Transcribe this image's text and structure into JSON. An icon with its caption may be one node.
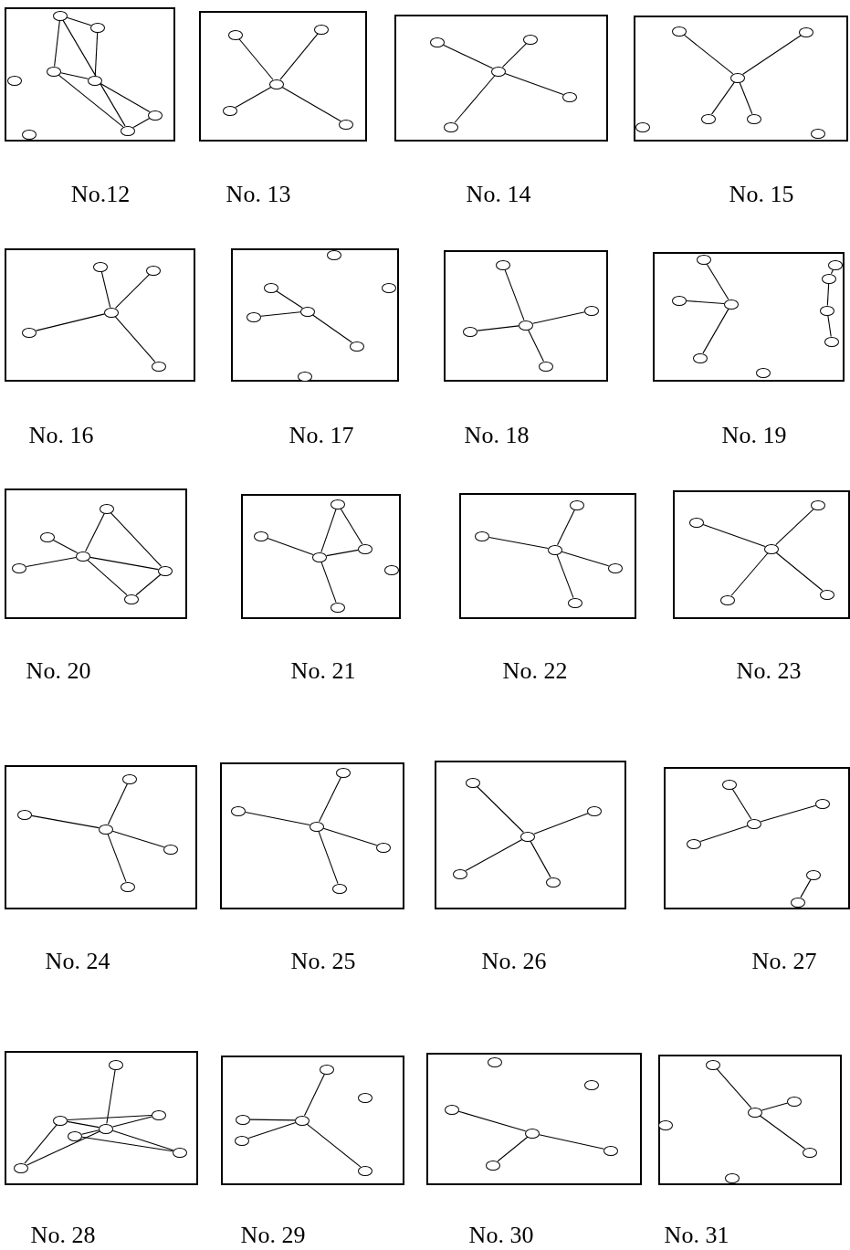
{
  "diagram": {
    "nodes": [
      {
        "text": [],
        "shape": "box",
        "beside": [
          "No.12"
        ]
      },
      {
        "text": [],
        "shape": "circle",
        "in": 0
      },
      {
        "text": [],
        "shape": "circle",
        "in": 0
      },
      {
        "text": [],
        "shape": "circle",
        "in": 0
      },
      {
        "text": [],
        "shape": "circle",
        "in": 0
      },
      {
        "text": [],
        "shape": "circle",
        "in": 0
      },
      {
        "text": [],
        "shape": "circle",
        "in": 0
      },
      {
        "text": [],
        "shape": "circle",
        "in": 0
      },
      {
        "text": [],
        "shape": "circle",
        "in": 0
      },
      {
        "text": [],
        "shape": "box",
        "beside": [
          "No. 13"
        ]
      },
      {
        "text": [],
        "shape": "circle",
        "in": 9
      },
      {
        "text": [],
        "shape": "circle",
        "in": 9
      },
      {
        "text": [],
        "shape": "circle",
        "in": 9
      },
      {
        "text": [],
        "shape": "circle",
        "in": 9
      },
      {
        "text": [],
        "shape": "circle",
        "in": 9
      },
      {
        "text": [],
        "shape": "box",
        "beside": [
          "No. 14"
        ]
      },
      {
        "text": [],
        "shape": "circle",
        "in": 15
      },
      {
        "text": [],
        "shape": "circle",
        "in": 15
      },
      {
        "text": [],
        "shape": "circle",
        "in": 15
      },
      {
        "text": [],
        "shape": "circle",
        "in": 15
      },
      {
        "text": [],
        "shape": "circle",
        "in": 15
      },
      {
        "text": [],
        "shape": "box",
        "beside": [
          "No. 15"
        ]
      },
      {
        "text": [],
        "shape": "circle",
        "in": 21
      },
      {
        "text": [],
        "shape": "circle",
        "in": 21
      },
      {
        "text": [],
        "shape": "circle",
        "in": 21
      },
      {
        "text": [],
        "shape": "circle",
        "in": 21
      },
      {
        "text": [],
        "shape": "circle",
        "in": 21
      },
      {
        "text": [],
        "shape": "circle",
        "in": 21
      },
      {
        "text": [],
        "shape": "circle",
        "in": 21
      },
      {
        "text": [],
        "shape": "box",
        "beside": [
          "No. 16"
        ]
      },
      {
        "text": [],
        "shape": "circle",
        "in": 29
      },
      {
        "text": [],
        "shape": "circle",
        "in": 29
      },
      {
        "text": [],
        "shape": "circle",
        "in": 29
      },
      {
        "text": [],
        "shape": "circle",
        "in": 29
      },
      {
        "text": [],
        "shape": "circle",
        "in": 29
      },
      {
        "text": [],
        "shape": "box",
        "beside": [
          "No. 17"
        ]
      },
      {
        "text": [],
        "shape": "circle",
        "in": 35
      },
      {
        "text": [],
        "shape": "circle",
        "in": 35
      },
      {
        "text": [],
        "shape": "circle",
        "in": 35
      },
      {
        "text": [],
        "shape": "circle",
        "in": 35
      },
      {
        "text": [],
        "shape": "circle",
        "in": 35
      },
      {
        "text": [],
        "shape": "circle",
        "in": 35
      },
      {
        "text": [],
        "shape": "circle",
        "in": 35
      },
      {
        "text": [],
        "shape": "box",
        "beside": [
          "No. 18"
        ]
      },
      {
        "text": [],
        "shape": "circle",
        "in": 43
      },
      {
        "text": [],
        "shape": "circle",
        "in": 43
      },
      {
        "text": [],
        "shape": "circle",
        "in": 43
      },
      {
        "text": [],
        "shape": "circle",
        "in": 43
      },
      {
        "text": [],
        "shape": "circle",
        "in": 43
      },
      {
        "text": [],
        "shape": "box",
        "beside": [
          "No. 19"
        ]
      },
      {
        "text": [],
        "shape": "circle",
        "in": 49
      },
      {
        "text": [],
        "shape": "circle",
        "in": 49
      },
      {
        "text": [],
        "shape": "circle",
        "in": 49
      },
      {
        "text": [],
        "shape": "circle",
        "in": 49
      },
      {
        "text": [],
        "shape": "circle",
        "in": 49
      },
      {
        "text": [],
        "shape": "circle",
        "in": 49
      },
      {
        "text": [],
        "shape": "circle",
        "in": 49
      },
      {
        "text": [],
        "shape": "circle",
        "in": 49
      },
      {
        "text": [],
        "shape": "circle",
        "in": 49
      },
      {
        "text": [],
        "shape": "box",
        "beside": [
          "No. 20"
        ]
      },
      {
        "text": [],
        "shape": "circle",
        "in": 59
      },
      {
        "text": [],
        "shape": "circle",
        "in": 59
      },
      {
        "text": [],
        "shape": "circle",
        "in": 59
      },
      {
        "text": [],
        "shape": "circle",
        "in": 59
      },
      {
        "text": [],
        "shape": "circle",
        "in": 59
      },
      {
        "text": [],
        "shape": "circle",
        "in": 59
      },
      {
        "text": [],
        "shape": "box",
        "beside": [
          "No. 21"
        ]
      },
      {
        "text": [],
        "shape": "circle",
        "in": 66
      },
      {
        "text": [],
        "shape": "circle",
        "in": 66
      },
      {
        "text": [],
        "shape": "circle",
        "in": 66
      },
      {
        "text": [],
        "shape": "circle",
        "in": 66
      },
      {
        "text": [],
        "shape": "circle",
        "in": 66
      },
      {
        "text": [],
        "shape": "circle",
        "in": 66
      },
      {
        "text": [],
        "shape": "box",
        "beside": [
          "No. 22"
        ]
      },
      {
        "text": [],
        "shape": "circle",
        "in": 73
      },
      {
        "text": [],
        "shape": "circle",
        "in": 73
      },
      {
        "text": [],
        "shape": "circle",
        "in": 73
      },
      {
        "text": [],
        "shape": "circle",
        "in": 73
      },
      {
        "text": [],
        "shape": "circle",
        "in": 73
      },
      {
        "text": [],
        "shape": "box",
        "beside": [
          "No. 23"
        ]
      },
      {
        "text": [],
        "shape": "circle",
        "in": 79
      },
      {
        "text": [],
        "shape": "circle",
        "in": 79
      },
      {
        "text": [],
        "shape": "circle",
        "in": 79
      },
      {
        "text": [],
        "shape": "circle",
        "in": 79
      },
      {
        "text": [],
        "shape": "circle",
        "in": 79
      },
      {
        "text": [],
        "shape": "box",
        "beside": [
          "No. 24"
        ]
      },
      {
        "text": [],
        "shape": "circle",
        "in": 85
      },
      {
        "text": [],
        "shape": "circle",
        "in": 85
      },
      {
        "text": [],
        "shape": "circle",
        "in": 85
      },
      {
        "text": [],
        "shape": "circle",
        "in": 85
      },
      {
        "text": [],
        "shape": "circle",
        "in": 85
      },
      {
        "text": [],
        "shape": "box",
        "beside": [
          "No. 25"
        ]
      },
      {
        "text": [],
        "shape": "circle",
        "in": 91
      },
      {
        "text": [],
        "shape": "circle",
        "in": 91
      },
      {
        "text": [],
        "shape": "circle",
        "in": 91
      },
      {
        "text": [],
        "shape": "circle",
        "in": 91
      },
      {
        "text": [],
        "shape": "circle",
        "in": 91
      },
      {
        "text": [],
        "shape": "box",
        "beside": [
          "No. 26"
        ]
      },
      {
        "text": [],
        "shape": "circle",
        "in": 97
      },
      {
        "text": [],
        "shape": "circle",
        "in": 97
      },
      {
        "text": [],
        "shape": "circle",
        "in": 97
      },
      {
        "text": [],
        "shape": "circle",
        "in": 97
      },
      {
        "text": [],
        "shape": "circle",
        "in": 97
      },
      {
        "text": [],
        "shape": "box",
        "beside": [
          "No. 27"
        ]
      },
      {
        "text": [],
        "shape": "circle",
        "in": 103
      },
      {
        "text": [],
        "shape": "circle",
        "in": 103
      },
      {
        "text": [],
        "shape": "circle",
        "in": 103
      },
      {
        "text": [],
        "shape": "circle",
        "in": 103
      },
      {
        "text": [],
        "shape": "circle",
        "in": 103
      },
      {
        "text": [],
        "shape": "circle",
        "in": 103
      },
      {
        "text": [],
        "shape": "box",
        "beside": [
          "No. 28"
        ]
      },
      {
        "text": [],
        "shape": "circle",
        "in": 110
      },
      {
        "text": [],
        "shape": "circle",
        "in": 110
      },
      {
        "text": [],
        "shape": "circle",
        "in": 110
      },
      {
        "text": [],
        "shape": "circle",
        "in": 110
      },
      {
        "text": [],
        "shape": "circle",
        "in": 110
      },
      {
        "text": [],
        "shape": "circle",
        "in": 110
      },
      {
        "text": [],
        "shape": "circle",
        "in": 110
      },
      {
        "text": [],
        "shape": "box",
        "beside": [
          "No. 29"
        ]
      },
      {
        "text": [],
        "shape": "circle",
        "in": 118
      },
      {
        "text": [],
        "shape": "circle",
        "in": 118
      },
      {
        "text": [],
        "shape": "circle",
        "in": 118
      },
      {
        "text": [],
        "shape": "circle",
        "in": 118
      },
      {
        "text": [],
        "shape": "circle",
        "in": 118
      },
      {
        "text": [],
        "shape": "circle",
        "in": 118
      },
      {
        "text": [],
        "shape": "box",
        "beside": [
          "No. 30"
        ]
      },
      {
        "text": [],
        "shape": "circle",
        "in": 125
      },
      {
        "text": [],
        "shape": "circle",
        "in": 125
      },
      {
        "text": [],
        "shape": "circle",
        "in": 125
      },
      {
        "text": [],
        "shape": "circle",
        "in": 125
      },
      {
        "text": [],
        "shape": "circle",
        "in": 125
      },
      {
        "text": [],
        "shape": "circle",
        "in": 125
      },
      {
        "text": [],
        "shape": "box",
        "beside": [
          "No. 31"
        ]
      },
      {
        "text": [],
        "shape": "circle",
        "in": 132
      },
      {
        "text": [],
        "shape": "circle",
        "in": 132
      },
      {
        "text": [],
        "shape": "circle",
        "in": 132
      },
      {
        "text": [],
        "shape": "circle",
        "in": 132
      },
      {
        "text": [],
        "shape": "circle",
        "in": 132
      },
      {
        "text": [],
        "shape": "circle",
        "in": 132
      }
    ],
    "edges": [
      {
        "from": 1,
        "to": 2,
        "arrow": "none"
      },
      {
        "from": 1,
        "to": 3,
        "arrow": "none"
      },
      {
        "from": 1,
        "to": 6,
        "arrow": "none"
      },
      {
        "from": 2,
        "to": 4,
        "arrow": "none"
      },
      {
        "from": 3,
        "to": 4,
        "arrow": "none"
      },
      {
        "from": 3,
        "to": 6,
        "arrow": "none"
      },
      {
        "from": 4,
        "to": 5,
        "arrow": "none"
      },
      {
        "from": 5,
        "to": 6,
        "arrow": "none"
      },
      {
        "from": 10,
        "to": 11,
        "arrow": "none"
      },
      {
        "from": 10,
        "to": 12,
        "arrow": "none"
      },
      {
        "from": 10,
        "to": 13,
        "arrow": "none"
      },
      {
        "from": 10,
        "to": 14,
        "arrow": "none"
      },
      {
        "from": 16,
        "to": 17,
        "arrow": "none"
      },
      {
        "from": 16,
        "to": 18,
        "arrow": "none"
      },
      {
        "from": 16,
        "to": 19,
        "arrow": "none"
      },
      {
        "from": 16,
        "to": 20,
        "arrow": "none"
      },
      {
        "from": 22,
        "to": 23,
        "arrow": "none"
      },
      {
        "from": 22,
        "to": 24,
        "arrow": "none"
      },
      {
        "from": 22,
        "to": 25,
        "arrow": "none"
      },
      {
        "from": 22,
        "to": 26,
        "arrow": "none"
      },
      {
        "from": 30,
        "to": 31,
        "arrow": "none"
      },
      {
        "from": 30,
        "to": 32,
        "arrow": "none"
      },
      {
        "from": 30,
        "to": 33,
        "arrow": "none"
      },
      {
        "from": 30,
        "to": 34,
        "arrow": "none"
      },
      {
        "from": 36,
        "to": 37,
        "arrow": "none"
      },
      {
        "from": 36,
        "to": 38,
        "arrow": "none"
      },
      {
        "from": 36,
        "to": 39,
        "arrow": "none"
      },
      {
        "from": 44,
        "to": 45,
        "arrow": "none"
      },
      {
        "from": 44,
        "to": 46,
        "arrow": "none"
      },
      {
        "from": 44,
        "to": 47,
        "arrow": "none"
      },
      {
        "from": 44,
        "to": 48,
        "arrow": "none"
      },
      {
        "from": 50,
        "to": 51,
        "arrow": "none"
      },
      {
        "from": 50,
        "to": 52,
        "arrow": "none"
      },
      {
        "from": 50,
        "to": 53,
        "arrow": "none"
      },
      {
        "from": 54,
        "to": 55,
        "arrow": "none"
      },
      {
        "from": 55,
        "to": 56,
        "arrow": "none"
      },
      {
        "from": 56,
        "to": 57,
        "arrow": "none"
      },
      {
        "from": 60,
        "to": 61,
        "arrow": "none"
      },
      {
        "from": 60,
        "to": 62,
        "arrow": "none"
      },
      {
        "from": 60,
        "to": 63,
        "arrow": "none"
      },
      {
        "from": 60,
        "to": 64,
        "arrow": "none"
      },
      {
        "from": 60,
        "to": 65,
        "arrow": "none"
      },
      {
        "from": 61,
        "to": 64,
        "arrow": "none"
      },
      {
        "from": 64,
        "to": 65,
        "arrow": "none"
      },
      {
        "from": 67,
        "to": 68,
        "arrow": "none"
      },
      {
        "from": 67,
        "to": 69,
        "arrow": "none"
      },
      {
        "from": 67,
        "to": 70,
        "arrow": "none"
      },
      {
        "from": 67,
        "to": 71,
        "arrow": "none"
      },
      {
        "from": 68,
        "to": 70,
        "arrow": "none"
      },
      {
        "from": 74,
        "to": 75,
        "arrow": "none"
      },
      {
        "from": 74,
        "to": 76,
        "arrow": "none"
      },
      {
        "from": 74,
        "to": 77,
        "arrow": "none"
      },
      {
        "from": 74,
        "to": 78,
        "arrow": "none"
      },
      {
        "from": 80,
        "to": 81,
        "arrow": "none"
      },
      {
        "from": 80,
        "to": 82,
        "arrow": "none"
      },
      {
        "from": 80,
        "to": 83,
        "arrow": "none"
      },
      {
        "from": 80,
        "to": 84,
        "arrow": "none"
      },
      {
        "from": 86,
        "to": 87,
        "arrow": "none"
      },
      {
        "from": 86,
        "to": 88,
        "arrow": "none"
      },
      {
        "from": 86,
        "to": 89,
        "arrow": "none"
      },
      {
        "from": 86,
        "to": 90,
        "arrow": "none"
      },
      {
        "from": 92,
        "to": 93,
        "arrow": "none"
      },
      {
        "from": 92,
        "to": 94,
        "arrow": "none"
      },
      {
        "from": 92,
        "to": 95,
        "arrow": "none"
      },
      {
        "from": 92,
        "to": 96,
        "arrow": "none"
      },
      {
        "from": 98,
        "to": 99,
        "arrow": "none"
      },
      {
        "from": 98,
        "to": 100,
        "arrow": "none"
      },
      {
        "from": 98,
        "to": 101,
        "arrow": "none"
      },
      {
        "from": 98,
        "to": 102,
        "arrow": "none"
      },
      {
        "from": 104,
        "to": 105,
        "arrow": "none"
      },
      {
        "from": 104,
        "to": 106,
        "arrow": "none"
      },
      {
        "from": 104,
        "to": 107,
        "arrow": "none"
      },
      {
        "from": 108,
        "to": 109,
        "arrow": "none"
      },
      {
        "from": 111,
        "to": 112,
        "arrow": "none"
      },
      {
        "from": 113,
        "to": 114,
        "arrow": "none"
      },
      {
        "from": 113,
        "to": 112,
        "arrow": "none"
      },
      {
        "from": 113,
        "to": 117,
        "arrow": "none"
      },
      {
        "from": 112,
        "to": 114,
        "arrow": "none"
      },
      {
        "from": 112,
        "to": 115,
        "arrow": "none"
      },
      {
        "from": 112,
        "to": 117,
        "arrow": "none"
      },
      {
        "from": 112,
        "to": 116,
        "arrow": "none"
      },
      {
        "from": 116,
        "to": 115,
        "arrow": "none"
      },
      {
        "from": 119,
        "to": 120,
        "arrow": "none"
      },
      {
        "from": 119,
        "to": 121,
        "arrow": "none"
      },
      {
        "from": 119,
        "to": 122,
        "arrow": "none"
      },
      {
        "from": 119,
        "to": 123,
        "arrow": "none"
      },
      {
        "from": 126,
        "to": 127,
        "arrow": "none"
      },
      {
        "from": 126,
        "to": 128,
        "arrow": "none"
      },
      {
        "from": 126,
        "to": 129,
        "arrow": "none"
      },
      {
        "from": 133,
        "to": 134,
        "arrow": "none"
      },
      {
        "from": 133,
        "to": 135,
        "arrow": "none"
      },
      {
        "from": 133,
        "to": 136,
        "arrow": "none"
      }
    ]
  }
}
